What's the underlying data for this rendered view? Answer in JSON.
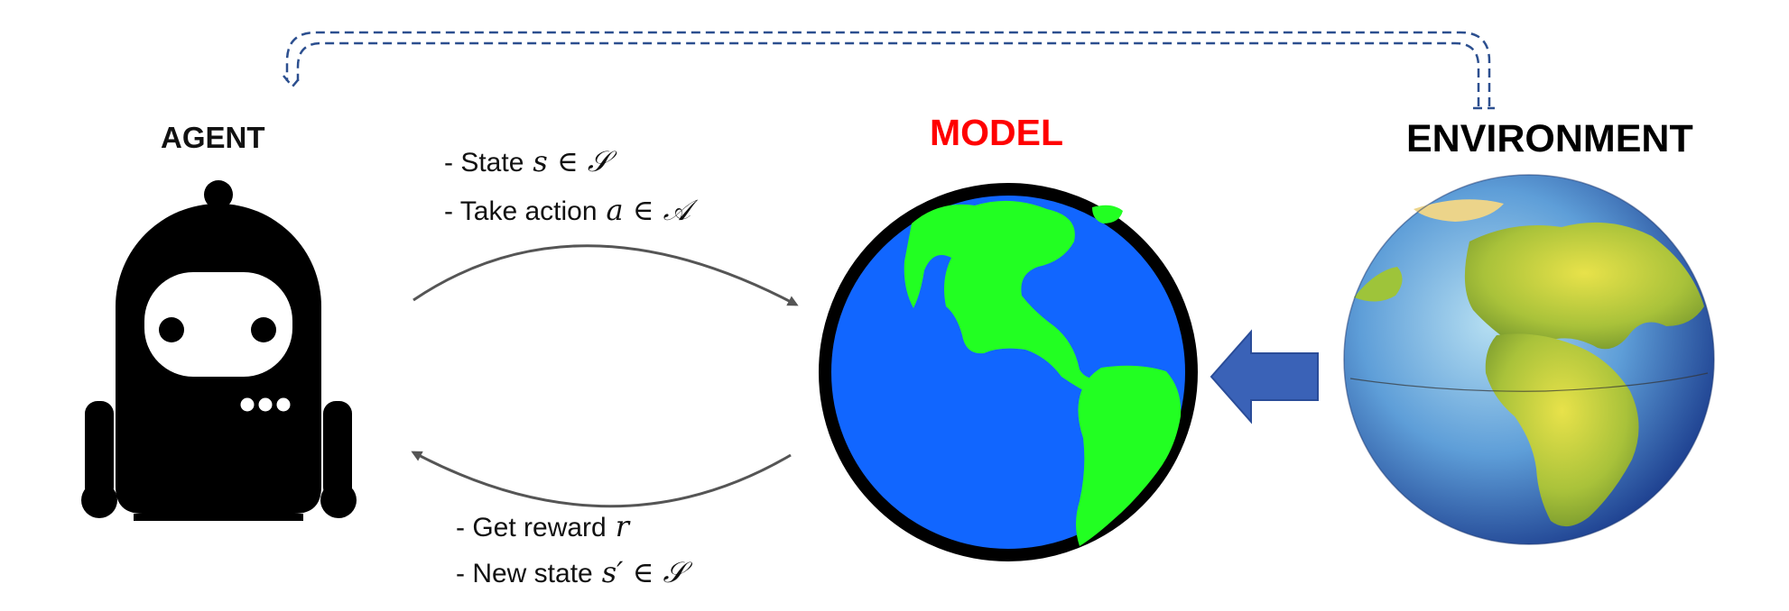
{
  "agent": {
    "title": "AGENT"
  },
  "model": {
    "title": "MODEL"
  },
  "environment": {
    "title": "ENVIRONMENT"
  },
  "forward": {
    "line1": {
      "text": "- State",
      "math": "s ∈ 𝒮"
    },
    "line2": {
      "text": "- Take action",
      "math": "a ∈ 𝒜"
    }
  },
  "backward": {
    "line1": {
      "text": "- Get reward",
      "math": "r"
    },
    "line2": {
      "text": "- New state",
      "math": "s′ ∈ 𝒮"
    }
  },
  "colors": {
    "model_title": "#ff0000",
    "ocean": "#1166ff",
    "land": "#22ff22",
    "arrow_blue": "#3a62b7",
    "dashed_line": "#2c4f8f"
  }
}
